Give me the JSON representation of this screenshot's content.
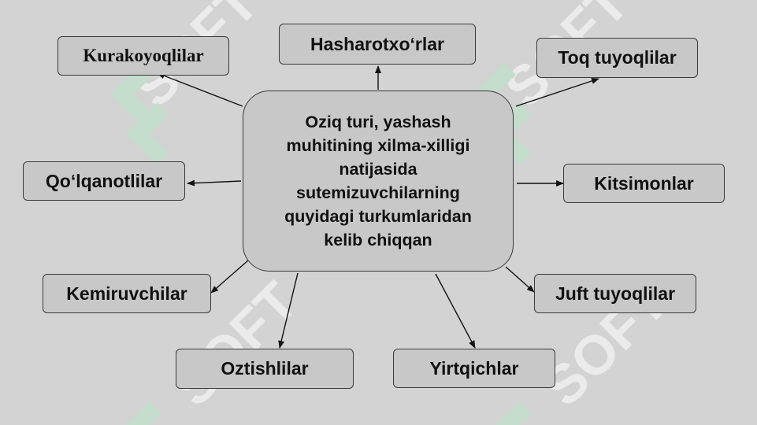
{
  "center": {
    "lines": [
      "Oziq turi, yashash",
      "muhitining xilma-xilligi",
      "natijasida",
      "sutemizuvchilarning",
      "quyidagi turkumlaridan",
      "kelib chiqqan"
    ]
  },
  "nodes": {
    "kurakoyoqlilar": "Kurakoyoqlilar",
    "hasharotxorlar": "Hasharotxo‘rlar",
    "toq_tuyoqlilar": "Toq tuyoqlilar",
    "qolqanotlilar": "Qo‘lqanotlilar",
    "kitsimonlar": "Kitsimonlar",
    "kemiruvchilar": "Kemiruvchilar",
    "juft_tuyoqlilar": "Juft tuyoqlilar",
    "oztishlilar": "Oztishlilar",
    "yirtqichlar": "Yirtqichlar"
  },
  "colors": {
    "background": "#d3d3d3",
    "box_fill": "#c8c8c8",
    "border": "#3a3a3a",
    "watermark": "#ffffff",
    "watermark_accent": "#b9e6c8"
  }
}
